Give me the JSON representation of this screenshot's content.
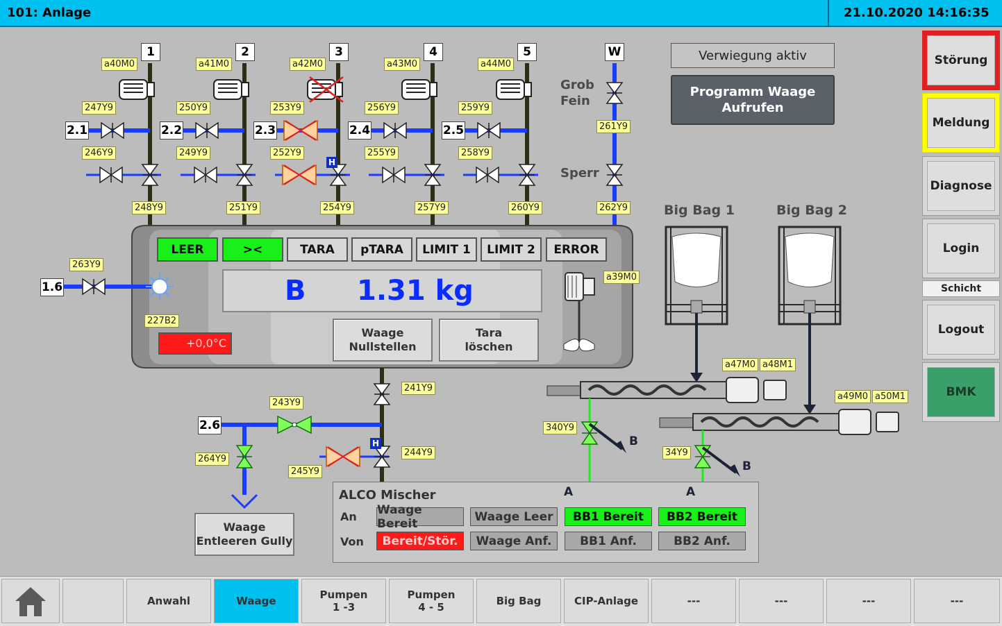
{
  "header": {
    "title": "101: Anlage",
    "datetime": "21.10.2020 14:16:35"
  },
  "pumps": [
    {
      "num": "1",
      "motor": "a40M0",
      "v_top": "247Y9",
      "v_mid": "246Y9",
      "v_bot": "248Y9",
      "line": "2.1"
    },
    {
      "num": "2",
      "motor": "a41M0",
      "v_top": "250Y9",
      "v_mid": "249Y9",
      "v_bot": "251Y9",
      "line": "2.2"
    },
    {
      "num": "3",
      "motor": "a42M0",
      "v_top": "253Y9",
      "v_mid": "252Y9",
      "v_bot": "254Y9",
      "line": "2.3"
    },
    {
      "num": "4",
      "motor": "a43M0",
      "v_top": "256Y9",
      "v_mid": "255Y9",
      "v_bot": "257Y9",
      "line": "2.4"
    },
    {
      "num": "5",
      "motor": "a44M0",
      "v_top": "259Y9",
      "v_mid": "258Y9",
      "v_bot": "260Y9",
      "line": "2.5"
    }
  ],
  "water": {
    "label": "W",
    "grob": "Grob",
    "fein": "Fein",
    "sperr": "Sperr",
    "v1": "261Y9",
    "v2": "262Y9"
  },
  "status_box": "Verwiegung aktiv",
  "program_button": {
    "line1": "Programm Waage",
    "line2": "Aufrufen"
  },
  "scale": {
    "indicators": [
      "LEER",
      "><",
      "TARA",
      "pTARA",
      "LIMIT 1",
      "LIMIT 2",
      "ERROR"
    ],
    "mode": "B",
    "value": "1.31 kg",
    "zero_btn": {
      "line1": "Waage",
      "line2": "Nullstellen"
    },
    "tara_btn": {
      "line1": "Tara",
      "line2": "löschen"
    },
    "agitator": "a39M0",
    "temp_tag": "227B2",
    "temp_value": "+0,0°C"
  },
  "inlet": {
    "line": "1.6",
    "valve": "263Y9"
  },
  "bigbags": {
    "bb1": {
      "title": "Big Bag 1",
      "m1": "a47M0",
      "m2": "a48M1",
      "valve": "340Y9",
      "a": "A",
      "b": "B"
    },
    "bb2": {
      "title": "Big Bag 2",
      "m1": "a49M0",
      "m2": "a50M1",
      "valve": "34Y9",
      "a": "A",
      "b": "B"
    }
  },
  "discharge": {
    "v241": "241Y9",
    "v243": "243Y9",
    "v244": "244Y9",
    "v245": "245Y9",
    "v264": "264Y9",
    "line": "2.6",
    "hold": "H",
    "gully_btn": {
      "line1": "Waage",
      "line2": "Entleeren Gully"
    }
  },
  "mixer": {
    "title": "ALCO Mischer",
    "an_label": "An",
    "von_label": "Von",
    "an": [
      "Waage Bereit",
      "Waage Leer",
      "BB1 Bereit",
      "BB2 Bereit"
    ],
    "von": [
      "Bereit/Stör.",
      "Waage Anf.",
      "BB1 Anf.",
      "BB2 Anf."
    ]
  },
  "side": {
    "stoerung": "Störung",
    "meldung": "Meldung",
    "diagnose": "Diagnose",
    "login": "Login",
    "schicht": "Schicht",
    "logout": "Logout",
    "bmk": "BMK"
  },
  "nav": [
    {
      "label": ""
    },
    {
      "label": "Anwahl"
    },
    {
      "label": "Waage"
    },
    {
      "label": "Pumpen 1 -3"
    },
    {
      "label": "Pumpen 4 - 5"
    },
    {
      "label": "Big Bag"
    },
    {
      "label": "CIP-Anlage"
    },
    {
      "label": "---"
    },
    {
      "label": "---"
    },
    {
      "label": "---"
    },
    {
      "label": "---"
    }
  ],
  "colors": {
    "pipe_blue": "#1a3cff",
    "pipe_dark": "#2e2e16",
    "active_green": "#19f019",
    "alarm_red": "#ff1a1a",
    "header_cyan": "#00c0f0"
  }
}
